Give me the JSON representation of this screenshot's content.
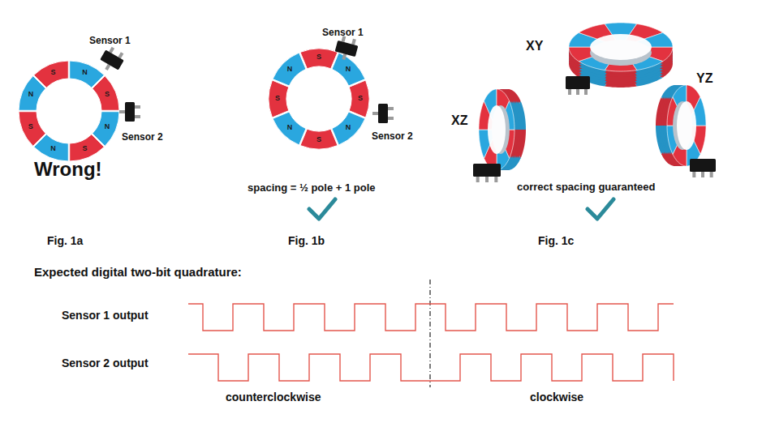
{
  "diagram": {
    "labels": [
      "Sensor 1",
      "Sensor 2",
      "Wrong!",
      "Fig. 1a",
      "Sensor 1",
      "Sensor 2",
      "spacing = ½ pole + 1 pole",
      "Fig. 1b",
      "XY",
      "XZ",
      "YZ",
      "correct spacing guaranteed",
      "Fig. 1c",
      "Expected digital two-bit quadrature:",
      "Sensor 1 output",
      "Sensor 2 output",
      "counterclockwise",
      "clockwise",
      "N",
      "S",
      "N",
      "S",
      "N",
      "S",
      "N",
      "S",
      "N",
      "S",
      "N",
      "S",
      "N",
      "S",
      "N",
      "S"
    ]
  }
}
